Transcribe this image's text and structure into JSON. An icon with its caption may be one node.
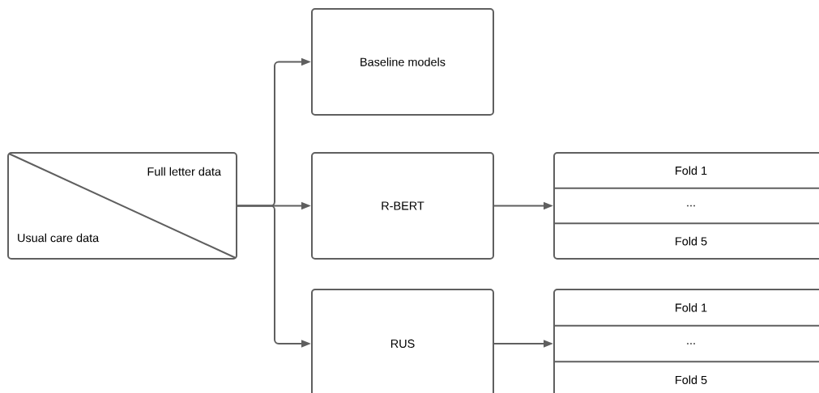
{
  "diagram": {
    "nodes": [
      {
        "text": [
          "Full letter data",
          "Usual care data"
        ]
      },
      {
        "text": [
          "Baseline models"
        ]
      },
      {
        "text": [
          "R-BERT"
        ]
      },
      {
        "text": [
          "RUS"
        ]
      },
      {
        "text": [
          "Fold 1",
          "...",
          "Fold 5"
        ]
      },
      {
        "text": [
          "Fold 1",
          "...",
          "Fold 5"
        ]
      }
    ],
    "edges": [
      {
        "from": 0,
        "to": 1,
        "arrow": "to"
      },
      {
        "from": 0,
        "to": 2,
        "arrow": "to"
      },
      {
        "from": 0,
        "to": 3,
        "arrow": "to"
      },
      {
        "from": 2,
        "to": 4,
        "arrow": "to"
      },
      {
        "from": 3,
        "to": 5,
        "arrow": "to"
      }
    ]
  }
}
